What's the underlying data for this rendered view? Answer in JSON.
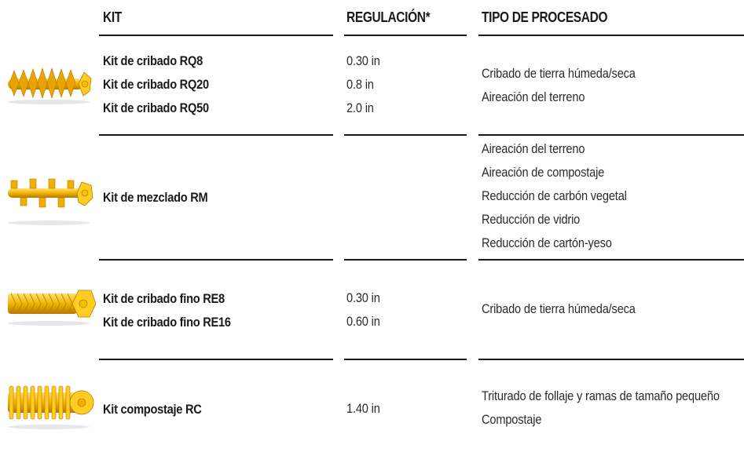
{
  "headers": {
    "kit": "KIT",
    "regulation": "REGULACIÓN*",
    "process": "TIPO DE PROCESADO"
  },
  "colors": {
    "gold": "#f0b400",
    "gold_dark": "#c98a00",
    "gold_light": "#ffd84a",
    "rule": "#1a1a1a"
  },
  "rows": [
    {
      "image_icon": "screening-rotor-icon",
      "kits": [
        "Kit de cribado RQ8",
        "Kit de cribado RQ20",
        "Kit de cribado RQ50"
      ],
      "regulation": [
        "0.30 in",
        "0.8 in",
        "2.0 in"
      ],
      "process": [
        "Cribado de tierra húmeda/seca",
        "Aireación del terreno"
      ]
    },
    {
      "image_icon": "mixing-rotor-icon",
      "kits": [
        "Kit de mezclado RM"
      ],
      "regulation": [],
      "process": [
        "Aireación del terreno",
        "Aireación de compostaje",
        "Reducción de carbón vegetal",
        "Reducción de vidrio",
        "Reducción de cartón-yeso"
      ]
    },
    {
      "image_icon": "fine-screening-rotor-icon",
      "kits": [
        "Kit de cribado fino RE8",
        "Kit de cribado fino RE16"
      ],
      "regulation": [
        "0.30 in",
        "0.60 in"
      ],
      "process": [
        "Cribado de tierra húmeda/seca"
      ]
    },
    {
      "image_icon": "composting-rotor-icon",
      "kits": [
        "Kit compostaje RC"
      ],
      "regulation": [
        "1.40 in"
      ],
      "process": [
        "Triturado de follaje y ramas de tamaño pequeño",
        "Compostaje"
      ]
    }
  ]
}
